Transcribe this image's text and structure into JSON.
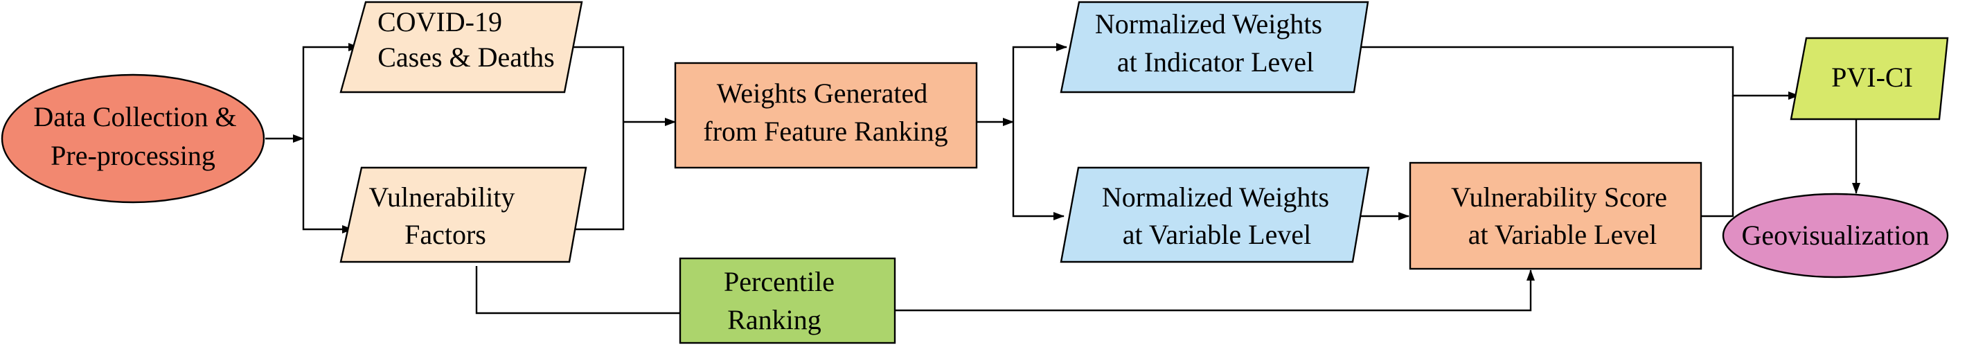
{
  "nodes": {
    "data_collection": {
      "lines": [
        "Data Collection &",
        "Pre-processing"
      ],
      "color": "#f28870"
    },
    "covid_cases": {
      "lines": [
        "COVID-19",
        "Cases & Deaths"
      ],
      "color": "#fde5cb"
    },
    "vulnerability_factors": {
      "lines": [
        "Vulnerability",
        "Factors"
      ],
      "color": "#fde5cb"
    },
    "weights_generated": {
      "lines": [
        "Weights Generated",
        "from Feature Ranking"
      ],
      "color": "#f9bc96"
    },
    "percentile_ranking": {
      "lines": [
        "Percentile",
        "Ranking"
      ],
      "color": "#acd46c"
    },
    "norm_weights_indicator": {
      "lines": [
        "Normalized Weights",
        "at Indicator Level"
      ],
      "color": "#bfe1f6"
    },
    "norm_weights_variable": {
      "lines": [
        "Normalized Weights",
        "at Variable Level"
      ],
      "color": "#bfe1f6"
    },
    "vulnerability_score": {
      "lines": [
        "Vulnerability Score",
        "at Variable Level"
      ],
      "color": "#f9bc96"
    },
    "pvi_ci": {
      "lines": [
        "PVI-CI"
      ],
      "color": "#d7e86a"
    },
    "geovisualization": {
      "lines": [
        "Geovisualization"
      ],
      "color": "#e08fc3"
    }
  }
}
